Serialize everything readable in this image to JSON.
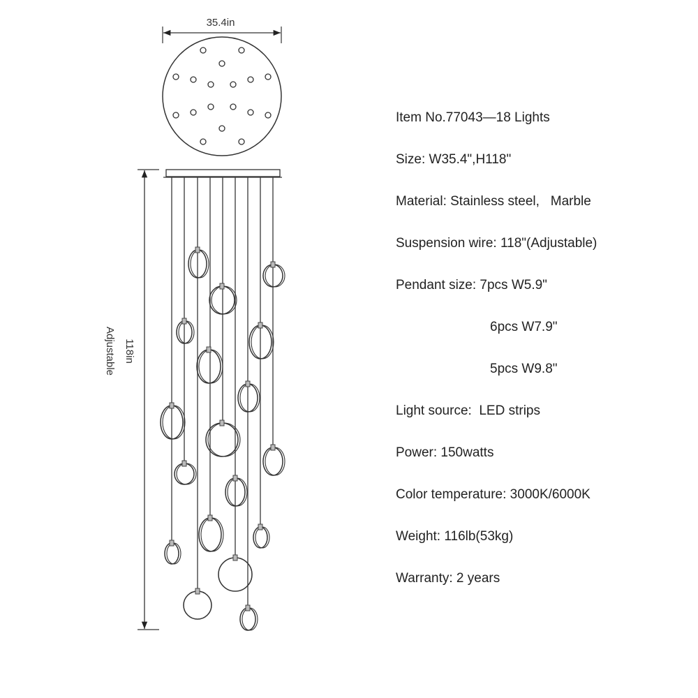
{
  "dimensions": {
    "width_label": "35.4in",
    "height_label": "118in",
    "adjustable_label": "Adjustable"
  },
  "specs": [
    {
      "text": "Item No.77043—18 Lights",
      "indent": false
    },
    {
      "text": "Size: W35.4\",H118\"",
      "indent": false
    },
    {
      "text": "Material: Stainless steel,   Marble",
      "indent": false
    },
    {
      "text": "Suspension wire: 118\"(Adjustable)",
      "indent": false
    },
    {
      "text": "Pendant size: 7pcs W5.9\"",
      "indent": false
    },
    {
      "text": "6pcs W7.9\"",
      "indent": true
    },
    {
      "text": "5pcs W9.8\"",
      "indent": true
    },
    {
      "text": "Light source:  LED strips",
      "indent": false
    },
    {
      "text": "Power: 150watts",
      "indent": false
    },
    {
      "text": "Color temperature: 3000K/6000K",
      "indent": false
    },
    {
      "text": "Weight: 116lb(53kg)",
      "indent": false
    },
    {
      "text": "Warranty: 2 years",
      "indent": false
    }
  ],
  "colors": {
    "line": "#333333",
    "text": "#222222"
  }
}
